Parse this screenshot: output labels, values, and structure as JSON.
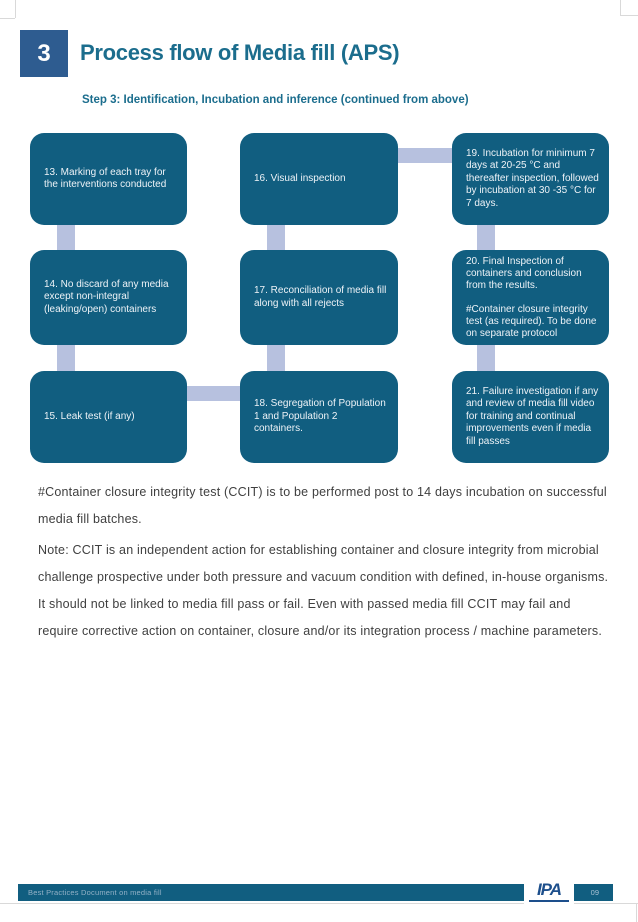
{
  "header": {
    "section_number": "3",
    "title": "Process flow of Media fill (APS)",
    "subtitle": "Step 3: Identification, Incubation and inference (continued from above)"
  },
  "flowchart": {
    "box_color": "#115e80",
    "connector_color": "#b7c1df",
    "boxes": [
      {
        "label": "13. Marking of each tray for the interventions conducted"
      },
      {
        "label": "14. No discard of any media except non-integral (leaking/open) containers"
      },
      {
        "label": "15. Leak test (if any)"
      },
      {
        "label": "16. Visual inspection"
      },
      {
        "label": "17. Reconciliation of media fill along with all rejects"
      },
      {
        "label": "18. Segregation of Population 1 and Population 2 containers."
      },
      {
        "label": "19. Incubation for minimum 7 days at 20-25 °C and thereafter inspection, followed by incubation at 30 -35 °C for 7 days."
      },
      {
        "label": "20. Final Inspection of containers and conclusion from the results.\n\n#Container closure integrity test (as required). To be done on separate protocol"
      },
      {
        "label": "21. Failure investigation if any and review of media fill video for training and continual improvements even if media fill passes"
      }
    ]
  },
  "body": {
    "paragraph1": "#Container closure integrity test (CCIT) is to be performed post to 14 days incubation on successful media fill batches.",
    "paragraph2": "Note: CCIT is an independent action for establishing container and closure integrity from microbial challenge prospective under both pressure and vacuum condition with defined, in-house organisms. It should not be linked to media fill pass or fail. Even with passed media fill CCIT may fail and require corrective action on container, closure and/or its integration process / machine parameters."
  },
  "footer": {
    "left_text": "Best Practices Document on media fill",
    "logo_text": "IPA",
    "page_number": "09"
  }
}
